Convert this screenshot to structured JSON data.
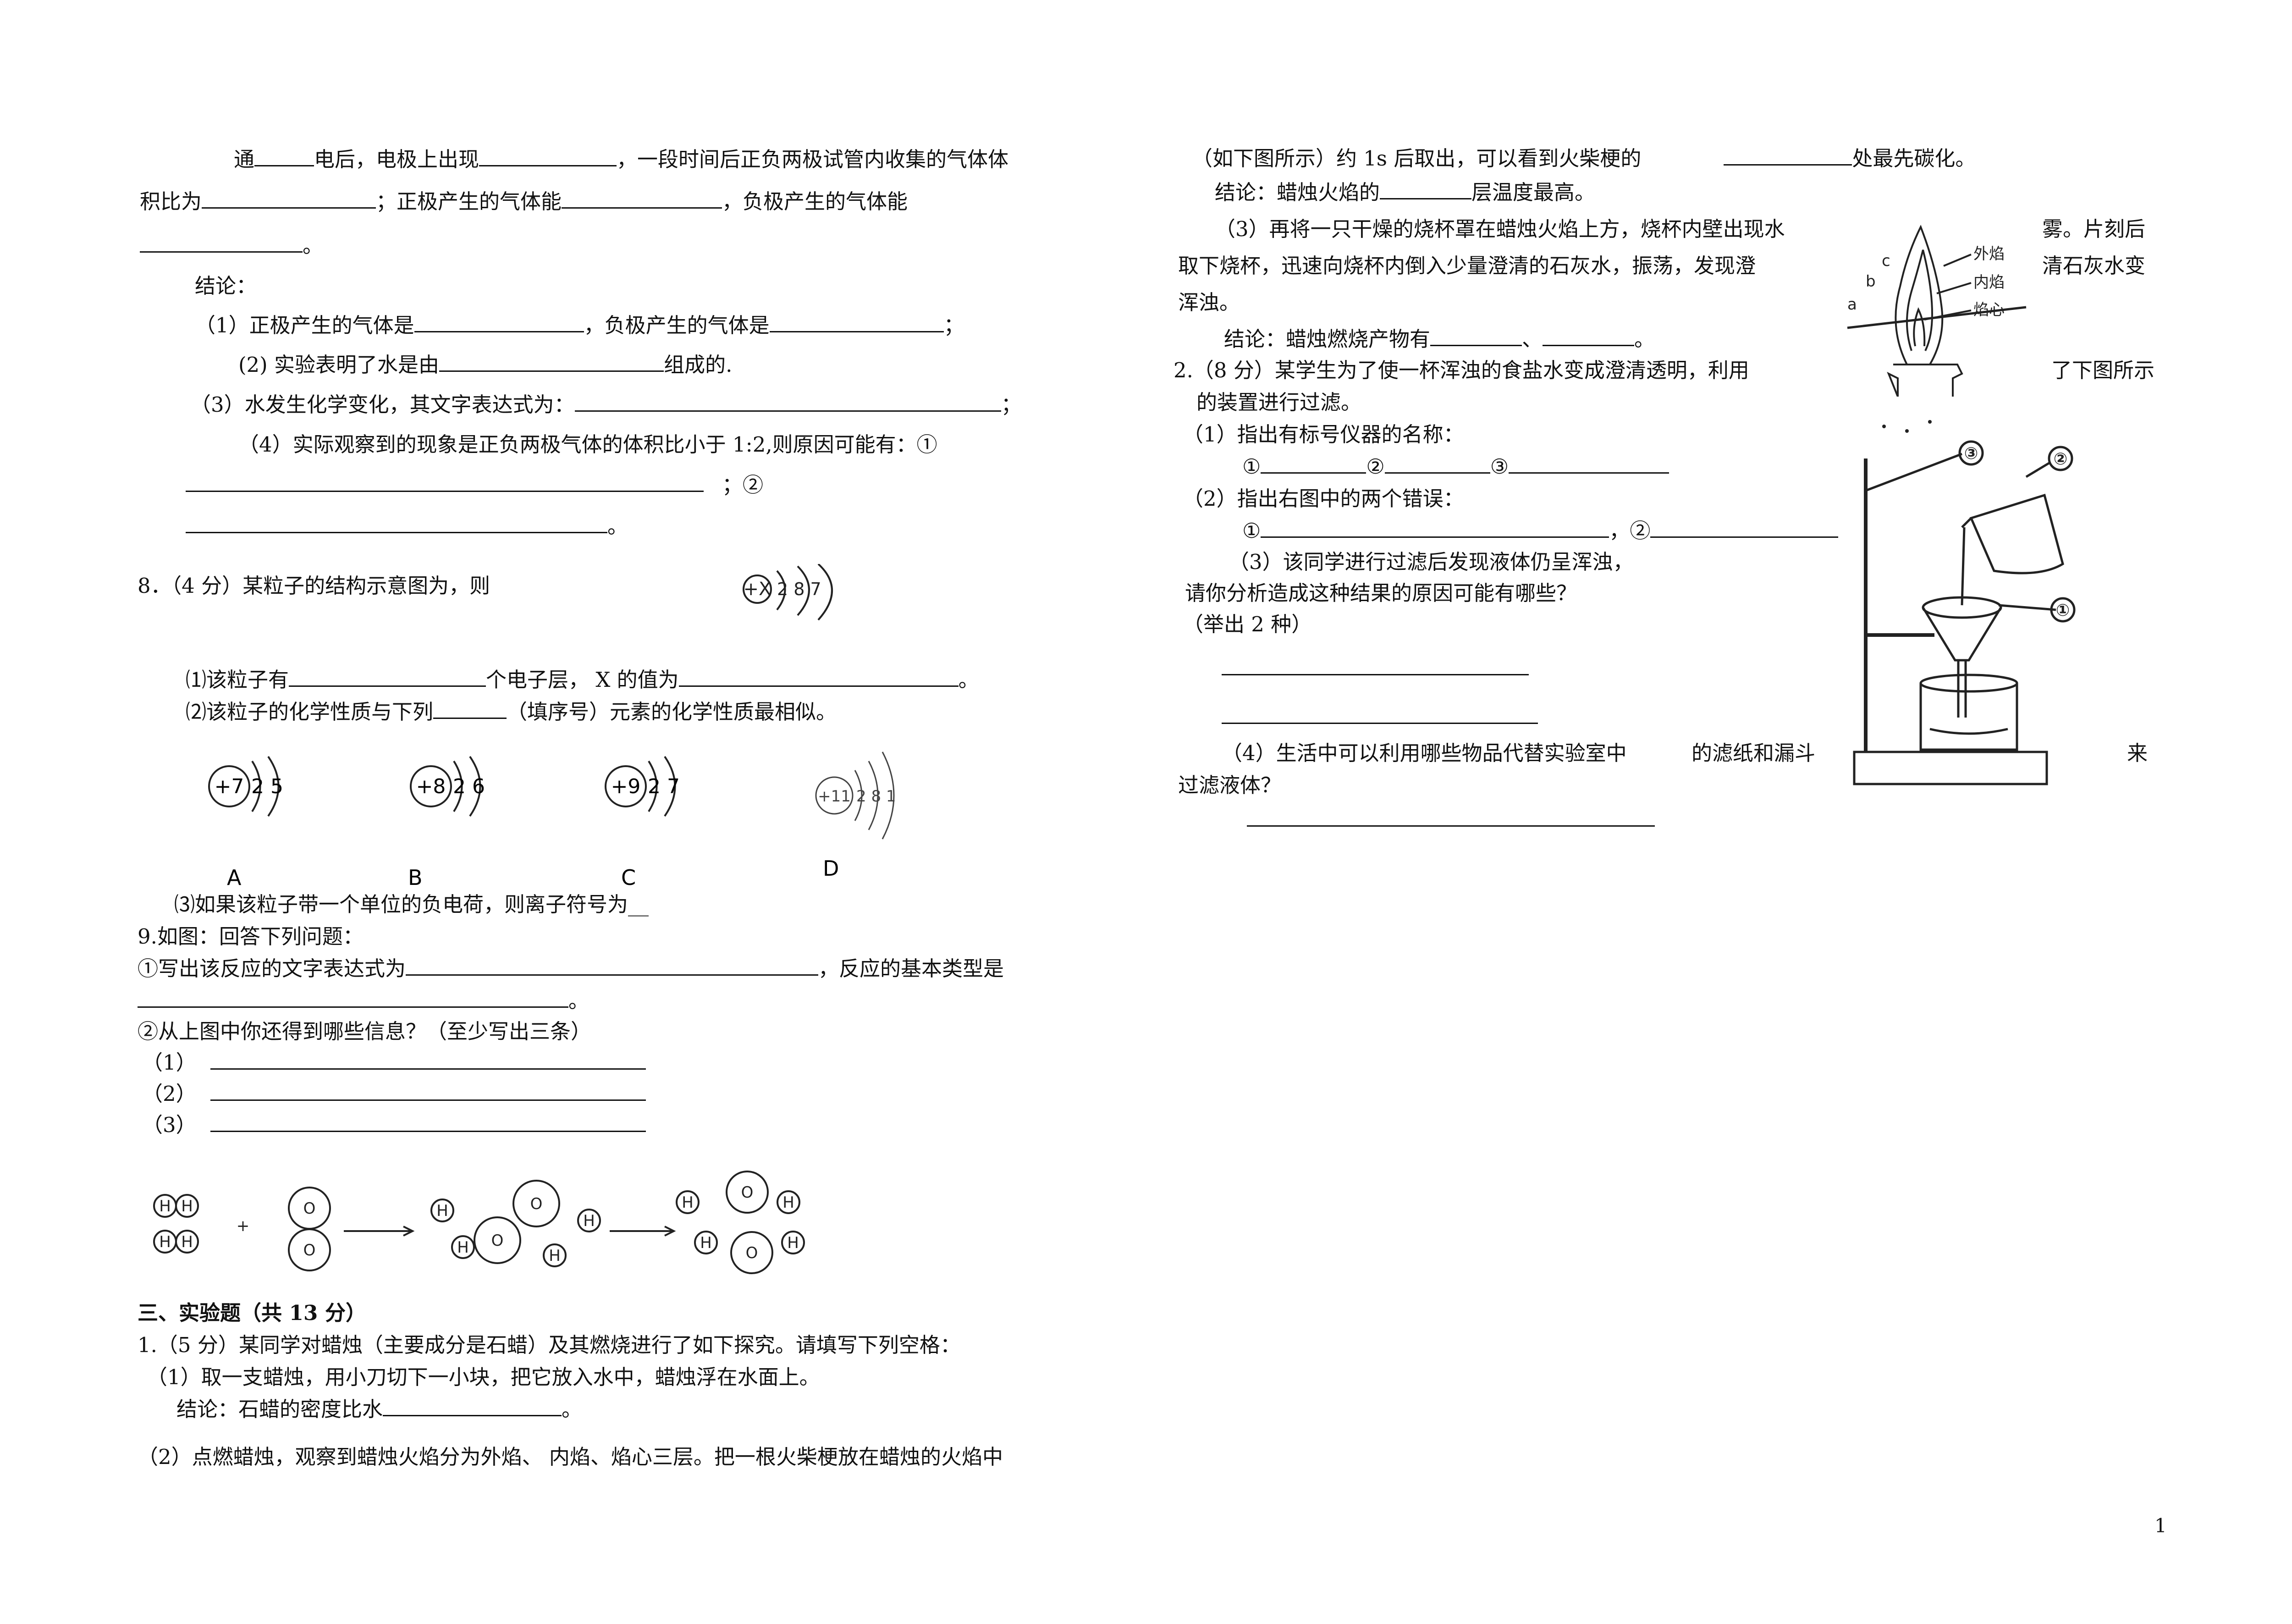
{
  "left": {
    "l1_a": "通",
    "l1_b": "电后，电极上出现",
    "l1_c": "，一段时间后正负两极试管内收集的气体体",
    "l2_a": "积比为",
    "l2_b": "；正极产生的气体能",
    "l2_c": "，负极产生的气体能",
    "l3_end": "。",
    "conclusion": "结论：",
    "c1_a": "（1）正极产生的气体是",
    "c1_b": "，负极产生的气体是",
    "c1_end": "；",
    "c2_a": "(2) 实验表明了水是由",
    "c2_b": "组成的.",
    "c3": "（3）水发生化学变化，其文字表达式为：",
    "c3_end": "；",
    "c4": "（4）实际观察到的现象是正负两极气体的体积比小于 1:2,则原因可能有：①",
    "c4_mid": "；②",
    "c4_end": "。",
    "q8": "8．（4 分）某粒子的结构示意图为，则",
    "q8_1a": "⑴该粒子有",
    "q8_1b": "个电子层， X 的值为",
    "q8_1end": "。",
    "q8_2a": "⑵该粒子的化学性质与下列",
    "q8_2b": "（填序号）元素的化学性质最相似。",
    "q8_3": "⑶如果该粒子带一个单位的负电荷，则离子符号为__",
    "q9": "9.如图：回答下列问题：",
    "q9_1a": "①写出该反应的文字表达式为",
    "q9_1b": "，反应的基本类型是",
    "q9_1end": "。",
    "q9_2": "②从上图中你还得到哪些信息？（至少写出三条）",
    "q9_items": [
      "（1）",
      "（2）",
      "（3）"
    ],
    "sec3": "三、实验题（共 13 分）",
    "e1": "1.（5 分）某同学对蜡烛（主要成分是石蜡）及其燃烧进行了如下探究。请填写下列空格：",
    "e1_1": "（1）取一支蜡烛，用小刀切下一小块，把它放入水中，蜡烛浮在水面上。",
    "e1_1c": "结论：石蜡的密度比水",
    "e1_1c_end": "。",
    "e1_2": "（2）点燃蜡烛，观察到蜡烛火焰分为外焰、  内焰、焰心三层。把一根火柴梗放在蜡烛的火焰中"
  },
  "atom_main": {
    "nucleus": "+X",
    "shells": "2 8 7"
  },
  "atoms": [
    {
      "letter": "A",
      "nucleus": "+7",
      "shells": "2 5"
    },
    {
      "letter": "B",
      "nucleus": "+8",
      "shells": "2 6"
    },
    {
      "letter": "C",
      "nucleus": "+9",
      "shells": "2 7"
    },
    {
      "letter": "D",
      "nucleus": "+11",
      "shells": "2 8 1"
    }
  ],
  "reaction": {
    "h": "H",
    "o": "O",
    "plus": "+"
  },
  "right": {
    "r1_a": "（如下图所示）约 1s 后取出，可以看到火柴梗的",
    "r1_b": "处最先碳化。",
    "r2_a": "结论：蜡烛火焰的",
    "r2_b": "层温度最高。",
    "r3_a": "（3）再将一只干燥的烧杯罩在蜡烛火焰上方，烧杯内壁出现水",
    "r3_b": "雾。片刻后",
    "r4_a": "取下烧杯，迅速向烧杯内倒入少量澄清的石灰水，振荡，发现澄",
    "r4_b": "清石灰水变",
    "r5": "浑浊。",
    "r6_a": "结论：蜡烛燃烧产物有",
    "r6_b": "、",
    "r6_end": "。",
    "q2_a": "2.（8 分）某学生为了使一杯浑浊的食盐水变成澄清透明，利用",
    "q2_b": "了下图所示",
    "q2_2": "的装置进行过滤。",
    "q2_i1": "（1）指出有标号仪器的名称：",
    "q2_n1": "①",
    "q2_n2": "②",
    "q2_n3": "③",
    "q2_i2": "（2）指出右图中的两个错误：",
    "q2_e1": "①",
    "q2_e2": "，②",
    "q2_i3": "（3）该同学进行过滤后发现液体仍呈浑浊，",
    "q2_i3b": "请你分析造成这种结果的原因可能有哪些？",
    "q2_i3c": "（举出 2 种）",
    "q2_i4a": "（4）生活中可以利用哪些物品代替实验室中",
    "q2_i4b": "的滤纸和漏斗",
    "q2_i4c": "来",
    "q2_i4d": "过滤液体？"
  },
  "candle": {
    "outer": "外焰",
    "inner": "内焰",
    "core": "焰心",
    "a": "a",
    "b": "b",
    "c": "c"
  },
  "filter": {
    "n1": "①",
    "n2": "②",
    "n3": "③"
  },
  "page_number": "1"
}
